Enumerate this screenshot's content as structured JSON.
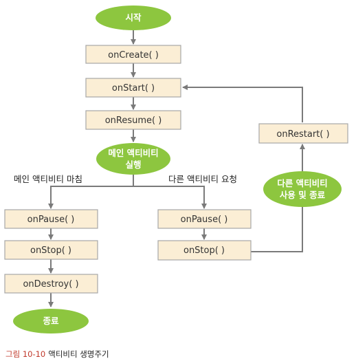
{
  "nodes": {
    "start": "시작",
    "on_create": "onCreate( )",
    "on_start": "onStart( )",
    "on_resume": "onResume( )",
    "main_running": [
      "메인 액티비티",
      "실행"
    ],
    "on_restart": "onRestart( )",
    "other_use_end": [
      "다른 액티비티",
      "사용 및 종료"
    ],
    "left_on_pause": "onPause( )",
    "left_on_stop": "onStop( )",
    "on_destroy": "onDestroy( )",
    "end": "종료",
    "right_on_pause": "onPause( )",
    "right_on_stop": "onStop( )"
  },
  "edge_labels": {
    "main_finish": "메인 액티비티 마침",
    "other_request": "다른 액티비티 요청"
  },
  "caption": {
    "number": "그림 10-10",
    "title": "액티비티 생명주기"
  },
  "colors": {
    "box_fill": "#fbeed5",
    "oval_fill": "#8dc63f",
    "arrow": "#7a7a7a",
    "caption_accent": "#c0392b"
  }
}
